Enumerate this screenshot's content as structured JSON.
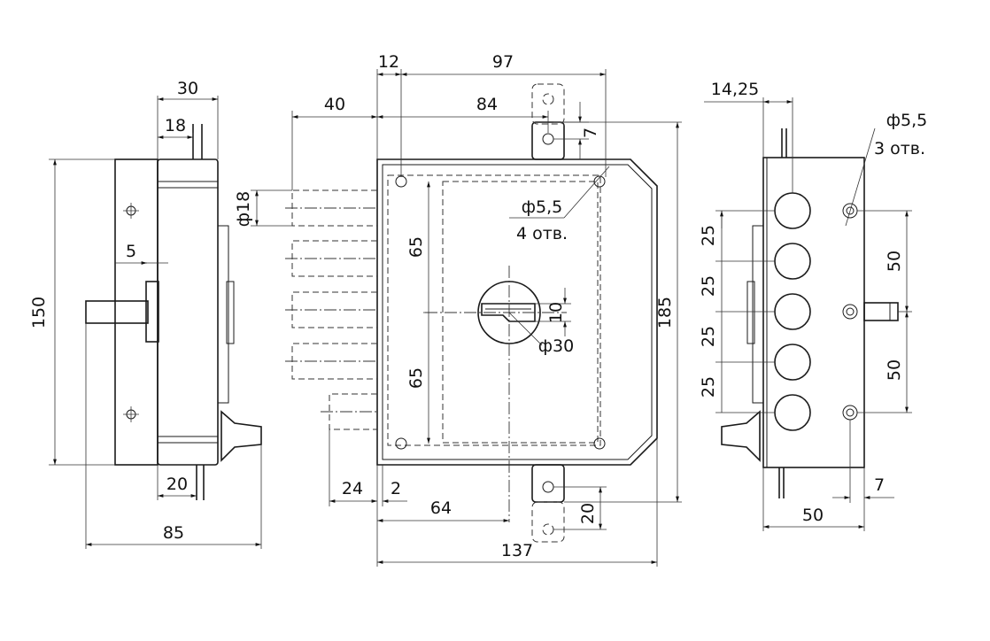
{
  "drawing": {
    "side_view_left": {
      "dims": {
        "d30": "30",
        "d18": "18",
        "d5": "5",
        "d150": "150",
        "d20": "20",
        "d85": "85"
      }
    },
    "front_view": {
      "dims": {
        "d12": "12",
        "d97": "97",
        "d40": "40",
        "d84": "84",
        "d7": "7",
        "d18": "ф18",
        "d55": "ф5,5",
        "holes4": "4 отв.",
        "d65a": "65",
        "d65b": "65",
        "d10": "10",
        "d30": "ф30",
        "d185": "185",
        "d24": "24",
        "d2": "2",
        "d64": "64",
        "d20": "20",
        "d137": "137"
      }
    },
    "side_view_right": {
      "dims": {
        "d1425": "14,25",
        "d55": "ф5,5",
        "holes3": "3 отв.",
        "d25a": "25",
        "d25b": "25",
        "d25c": "25",
        "d25d": "25",
        "d50a": "50",
        "d50b": "50",
        "d7": "7",
        "d50c": "50"
      }
    }
  }
}
